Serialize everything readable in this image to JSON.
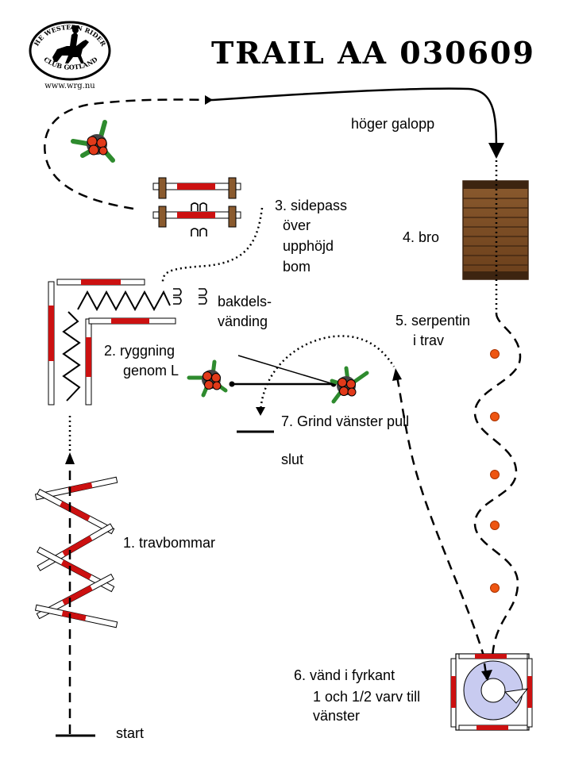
{
  "title": "TRAIL AA 030609",
  "logo": {
    "top_text": "THE WESTERN RIDERS",
    "bottom_text": "CLUB GOTLAND",
    "url": "www.wrg.nu"
  },
  "labels": {
    "hoger_galopp": "höger galopp",
    "sidepass_1": "3. sidepass",
    "sidepass_2": "över",
    "sidepass_3": "upphöjd",
    "sidepass_4": "bom",
    "bro": "4. bro",
    "bakdels_1": "bakdels-",
    "bakdels_2": "vänding",
    "serpentin_1": "5. serpentin",
    "serpentin_2": "i trav",
    "ryggning_1": "2. ryggning",
    "ryggning_2": "genom L",
    "grind": "7. Grind vänster pull",
    "slut": "slut",
    "travbommar": "1. travbommar",
    "vand_1": "6. vänd i fyrkant",
    "vand_2": "1 och 1/2 varv till",
    "vand_3": "vänster",
    "start": "start"
  },
  "colors": {
    "pole_red": "#cc1111",
    "bridge_wood": "#7a4a22",
    "bridge_dark": "#3d2410",
    "cone_orange": "#ee5511",
    "square_ring": "#c8cbf0",
    "plant_green": "#2e8b2e"
  },
  "icons": [
    "horse-rider-logo-icon",
    "plant-pot-icon",
    "cone-icon",
    "arrow-icon"
  ]
}
